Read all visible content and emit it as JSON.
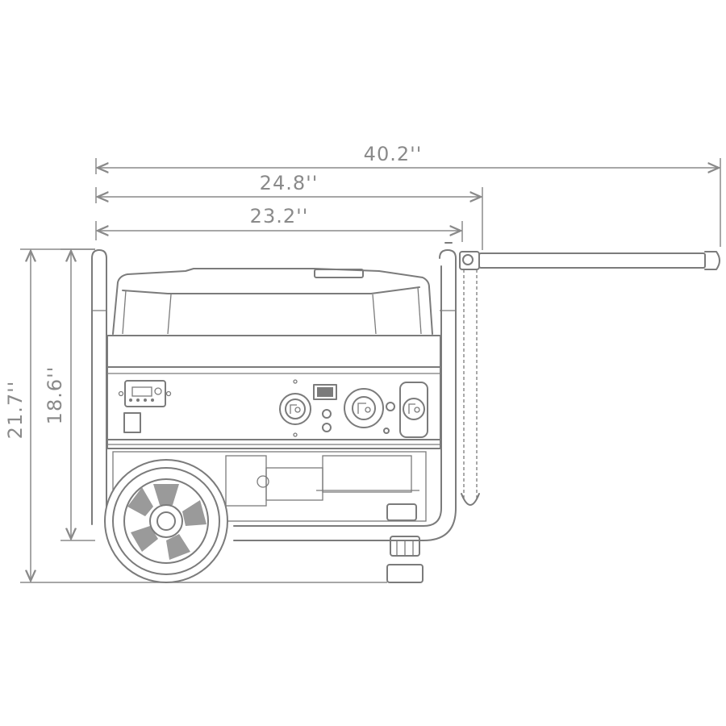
{
  "dimensions": {
    "total_length": "40.2''",
    "frame_length": "24.8''",
    "body_length": "23.2''",
    "total_height": "21.7''",
    "frame_height": "18.6''"
  },
  "colors": {
    "line": "#7b7b7b",
    "dimension": "#8a8a8a"
  }
}
